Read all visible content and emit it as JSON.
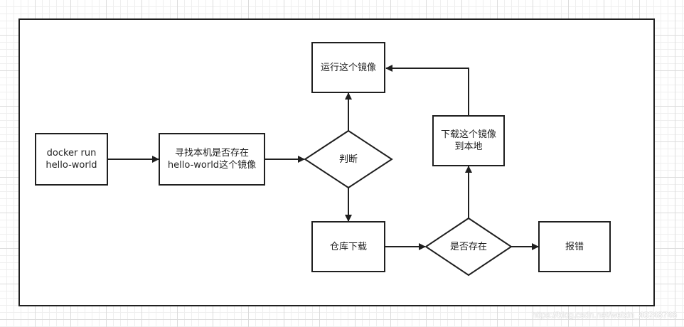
{
  "diagram": {
    "nodes": {
      "start": {
        "line1": "docker run",
        "line2": "hello-world"
      },
      "search": {
        "line1": "寻找本机是否存在",
        "line2": "hello-world这个镜像"
      },
      "judge": {
        "label": "判断"
      },
      "run": {
        "label": "运行这个镜像"
      },
      "repo": {
        "label": "仓库下载"
      },
      "exists": {
        "label": "是否存在"
      },
      "download": {
        "line1": "下载这个镜像",
        "line2": "到本地"
      },
      "error": {
        "label": "报错"
      }
    },
    "edges": [
      {
        "from": "start",
        "to": "search"
      },
      {
        "from": "search",
        "to": "judge"
      },
      {
        "from": "judge",
        "to": "run"
      },
      {
        "from": "judge",
        "to": "repo"
      },
      {
        "from": "repo",
        "to": "exists"
      },
      {
        "from": "exists",
        "to": "error"
      },
      {
        "from": "exists",
        "to": "download"
      },
      {
        "from": "download",
        "to": "run"
      }
    ]
  },
  "watermark": "https://blog.csdn.net/weixin_40248746",
  "colors": {
    "stroke": "#1f1f1f",
    "node_fill": "#ffffff",
    "grid": "#dcdcdc"
  }
}
